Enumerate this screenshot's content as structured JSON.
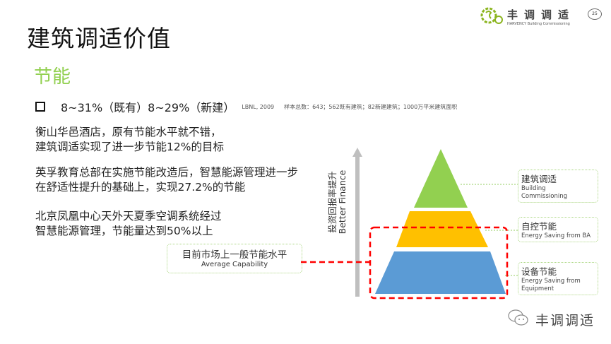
{
  "header": {
    "brand_cn": "丰调调适",
    "brand_en": "HARVENCY Building Commissioning",
    "page_number": "25"
  },
  "title": "建筑调适价值",
  "subtitle": "节能",
  "stat": {
    "text": "8~31%（既有）8~29%（新建）",
    "source": "LBNL, 2009",
    "sample": "样本总数：643；562既有建筑；82新建建筑；1000万平米建筑面积"
  },
  "cases": [
    {
      "line1": "衡山华邑酒店，原有节能水平就不错，",
      "line2": "建筑调适实现了进一步节能12%的目标"
    },
    {
      "line1": "英孚教育总部在实施节能改造后，智慧能源管理进一步",
      "line2": "在舒适性提升的基础上，实现27.2%的节能"
    },
    {
      "line1": "北京凤凰中心天外天夏季空调系统经过",
      "line2": "智慧能源管理，节能量达到50%以上"
    }
  ],
  "average": {
    "cn": "目前市场上一般节能水平",
    "en": "Average Capability"
  },
  "axis": {
    "cn": "投资回报率提升",
    "en": "Better Finance"
  },
  "pyramid": {
    "levels": [
      {
        "cn": "建筑调适",
        "en1": "Building",
        "en2": "Commissioning",
        "color": "#92d050"
      },
      {
        "cn": "自控节能",
        "en1": "Energy Saving from BA",
        "en2": "",
        "color": "#ffc000"
      },
      {
        "cn": "设备节能",
        "en1": "Energy Saving from",
        "en2": "Equipment",
        "color": "#5b9bd5"
      }
    ],
    "highlight_color": "#ff0000"
  },
  "footer": {
    "wechat_name": "丰调调适"
  }
}
